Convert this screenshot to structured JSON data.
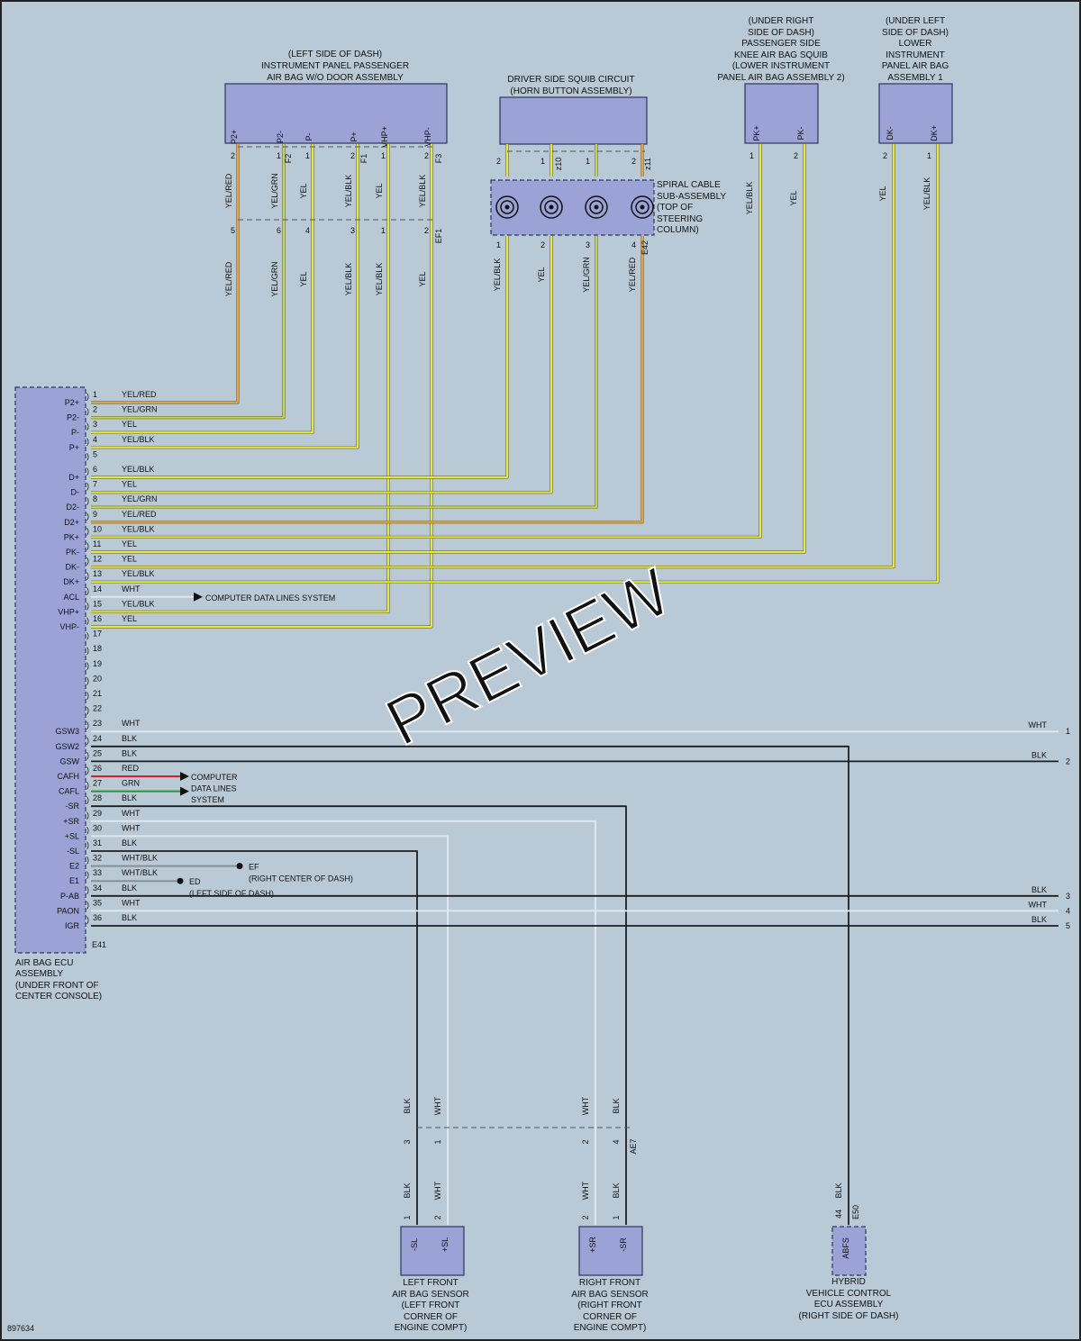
{
  "diagram_id": "897634",
  "watermark": "PREVIEW",
  "colors": {
    "background": "#b9c9d6",
    "component_fill": "#9aa2d6",
    "component_stroke": "#2e3560",
    "wire_yellow": "#e8e83a",
    "wire_yellow_red": "#e3a14a",
    "wire_yellow_green": "#c4d848",
    "wire_white": "#dfe6ec",
    "wire_black": "#1e1e1e",
    "wire_red": "#e02020",
    "wire_green": "#1f9a2a"
  },
  "components": {
    "pass_airbag": {
      "label": [
        "(LEFT SIDE OF DASH)",
        "INSTRUMENT PANEL PASSENGER",
        "AIR BAG W/O DOOR ASSEMBLY"
      ],
      "pins": [
        "P2+",
        "P2-",
        "P-",
        "P+",
        "VHP+",
        "VHP-"
      ]
    },
    "driver_squib": {
      "label": [
        "DRIVER SIDE SQUIB CIRCUIT",
        "(HORN BUTTON ASSEMBLY)"
      ]
    },
    "knee_squib": {
      "label": [
        "(UNDER RIGHT",
        "SIDE OF DASH)",
        "PASSENGER SIDE",
        "KNEE AIR BAG SQUIB",
        "(LOWER INSTRUMENT",
        "PANEL AIR BAG ASSEMBLY 2)"
      ],
      "pins": [
        "PK+",
        "PK-"
      ]
    },
    "lower_panel": {
      "label": [
        "(UNDER LEFT",
        "SIDE OF DASH)",
        "LOWER",
        "INSTRUMENT",
        "PANEL AIR BAG",
        "ASSEMBLY 1"
      ],
      "pins": [
        "DK-",
        "DK+"
      ]
    },
    "spiral_cable": {
      "label": [
        "SPIRAL CABLE",
        "SUB-ASSEMBLY",
        "(TOP OF",
        "STEERING",
        "COLUMN)"
      ]
    },
    "ecu": {
      "label": [
        "AIR BAG ECU",
        "ASSEMBLY",
        "(UNDER FRONT OF",
        "CENTER CONSOLE)"
      ],
      "connector": "E41"
    },
    "left_sensor": {
      "label": [
        "LEFT FRONT",
        "AIR BAG SENSOR",
        "(LEFT FRONT",
        "CORNER OF",
        "ENGINE COMPT)"
      ],
      "pins": [
        "-SL",
        "+SL"
      ]
    },
    "right_sensor": {
      "label": [
        "RIGHT FRONT",
        "AIR BAG SENSOR",
        "(RIGHT FRONT",
        "CORNER OF",
        "ENGINE COMPT)"
      ],
      "pins": [
        "+SR",
        "-SR"
      ]
    },
    "hybrid_ecu": {
      "label": [
        "HYBRID",
        "VEHICLE CONTROL",
        "ECU ASSEMBLY",
        "(RIGHT SIDE OF DASH)"
      ],
      "pin": "ABFS",
      "pin_no": "44",
      "connector": "E50",
      "wire": "BLK"
    }
  },
  "connectors": {
    "F2": "F2",
    "F1": "F1",
    "F3": "F3",
    "EF1": "EF1",
    "z10": "z10",
    "z11": "z11",
    "E42": "E42",
    "AE7": "AE7"
  },
  "top_wires": [
    {
      "upper_pin": "2",
      "upper_color": "YEL/RED",
      "lower_pin": "5",
      "lower_color": "YEL/RED"
    },
    {
      "upper_pin": "1",
      "upper_color": "YEL/GRN",
      "lower_pin": "6",
      "lower_color": "YEL/GRN"
    },
    {
      "upper_pin": "1",
      "upper_color": "YEL",
      "lower_pin": "4",
      "lower_color": "YEL"
    },
    {
      "upper_pin": "2",
      "upper_color": "YEL/BLK",
      "lower_pin": "3",
      "lower_color": "YEL/BLK"
    },
    {
      "upper_pin": "1",
      "upper_color": "YEL",
      "lower_pin": "1",
      "lower_color": "YEL/BLK"
    },
    {
      "upper_pin": "2",
      "upper_color": "YEL/BLK",
      "lower_pin": "2",
      "lower_color": "YEL"
    }
  ],
  "spiral_wires": [
    {
      "upper_pin": "2",
      "lower_pin": "1",
      "color": "YEL/BLK"
    },
    {
      "upper_pin": "1",
      "lower_pin": "2",
      "color": "YEL"
    },
    {
      "upper_pin": "1",
      "lower_pin": "3",
      "color": "YEL/GRN"
    },
    {
      "upper_pin": "2",
      "lower_pin": "4",
      "color": "YEL/RED"
    }
  ],
  "knee_wires": [
    {
      "pin": "1",
      "color": "YEL/BLK"
    },
    {
      "pin": "2",
      "color": "YEL"
    }
  ],
  "lower_panel_wires": [
    {
      "pin": "2",
      "color": "YEL"
    },
    {
      "pin": "1",
      "color": "YEL/BLK"
    }
  ],
  "ecu_rows": [
    {
      "pin": "1",
      "name": "P2+",
      "color": "YEL/RED"
    },
    {
      "pin": "2",
      "name": "P2-",
      "color": "YEL/GRN"
    },
    {
      "pin": "3",
      "name": "P-",
      "color": "YEL"
    },
    {
      "pin": "4",
      "name": "P+",
      "color": "YEL/BLK"
    },
    {
      "pin": "5",
      "name": "",
      "color": ""
    },
    {
      "pin": "6",
      "name": "D+",
      "color": "YEL/BLK"
    },
    {
      "pin": "7",
      "name": "D-",
      "color": "YEL"
    },
    {
      "pin": "8",
      "name": "D2-",
      "color": "YEL/GRN"
    },
    {
      "pin": "9",
      "name": "D2+",
      "color": "YEL/RED"
    },
    {
      "pin": "10",
      "name": "PK+",
      "color": "YEL/BLK"
    },
    {
      "pin": "11",
      "name": "PK-",
      "color": "YEL"
    },
    {
      "pin": "12",
      "name": "DK-",
      "color": "YEL"
    },
    {
      "pin": "13",
      "name": "DK+",
      "color": "YEL/BLK"
    },
    {
      "pin": "14",
      "name": "ACL",
      "color": "WHT"
    },
    {
      "pin": "15",
      "name": "VHP+",
      "color": "YEL/BLK"
    },
    {
      "pin": "16",
      "name": "VHP-",
      "color": "YEL"
    },
    {
      "pin": "17",
      "name": "",
      "color": ""
    },
    {
      "pin": "18",
      "name": "",
      "color": ""
    },
    {
      "pin": "19",
      "name": "",
      "color": ""
    },
    {
      "pin": "20",
      "name": "",
      "color": ""
    },
    {
      "pin": "21",
      "name": "",
      "color": ""
    },
    {
      "pin": "22",
      "name": "",
      "color": ""
    },
    {
      "pin": "23",
      "name": "GSW3",
      "color": "WHT"
    },
    {
      "pin": "24",
      "name": "GSW2",
      "color": "BLK"
    },
    {
      "pin": "25",
      "name": "GSW",
      "color": "BLK"
    },
    {
      "pin": "26",
      "name": "CAFH",
      "color": "RED"
    },
    {
      "pin": "27",
      "name": "CAFL",
      "color": "GRN"
    },
    {
      "pin": "28",
      "name": "-SR",
      "color": "BLK"
    },
    {
      "pin": "29",
      "name": "+SR",
      "color": "WHT"
    },
    {
      "pin": "30",
      "name": "+SL",
      "color": "WHT"
    },
    {
      "pin": "31",
      "name": "-SL",
      "color": "BLK"
    },
    {
      "pin": "32",
      "name": "E2",
      "color": "WHT/BLK"
    },
    {
      "pin": "33",
      "name": "E1",
      "color": "WHT/BLK"
    },
    {
      "pin": "34",
      "name": "P-AB",
      "color": "BLK"
    },
    {
      "pin": "35",
      "name": "PAON",
      "color": "WHT"
    },
    {
      "pin": "36",
      "name": "IGR",
      "color": "BLK"
    }
  ],
  "callouts": {
    "cdl_1": "COMPUTER DATA LINES SYSTEM",
    "cdl_2": [
      "COMPUTER",
      "DATA LINES",
      "SYSTEM"
    ],
    "ground_ef": [
      "EF",
      "(RIGHT CENTER OF DASH)"
    ],
    "ground_ed": [
      "ED",
      "(LEFT SIDE OF DASH)"
    ]
  },
  "right_outputs": [
    {
      "num": "1",
      "color": "WHT"
    },
    {
      "num": "2",
      "color": "BLK"
    },
    {
      "num": "3",
      "color": "BLK"
    },
    {
      "num": "4",
      "color": "WHT"
    },
    {
      "num": "5",
      "color": "BLK"
    }
  ],
  "sensor_wires": {
    "upper": [
      {
        "color": "BLK",
        "pin": "3"
      },
      {
        "color": "WHT",
        "pin": "1"
      },
      {
        "color": "WHT",
        "pin": "2"
      },
      {
        "color": "BLK",
        "pin": "4"
      }
    ],
    "lower": [
      {
        "color": "BLK",
        "pin": "1"
      },
      {
        "color": "WHT",
        "pin": "2"
      },
      {
        "color": "WHT",
        "pin": "2"
      },
      {
        "color": "BLK",
        "pin": "1"
      }
    ]
  }
}
